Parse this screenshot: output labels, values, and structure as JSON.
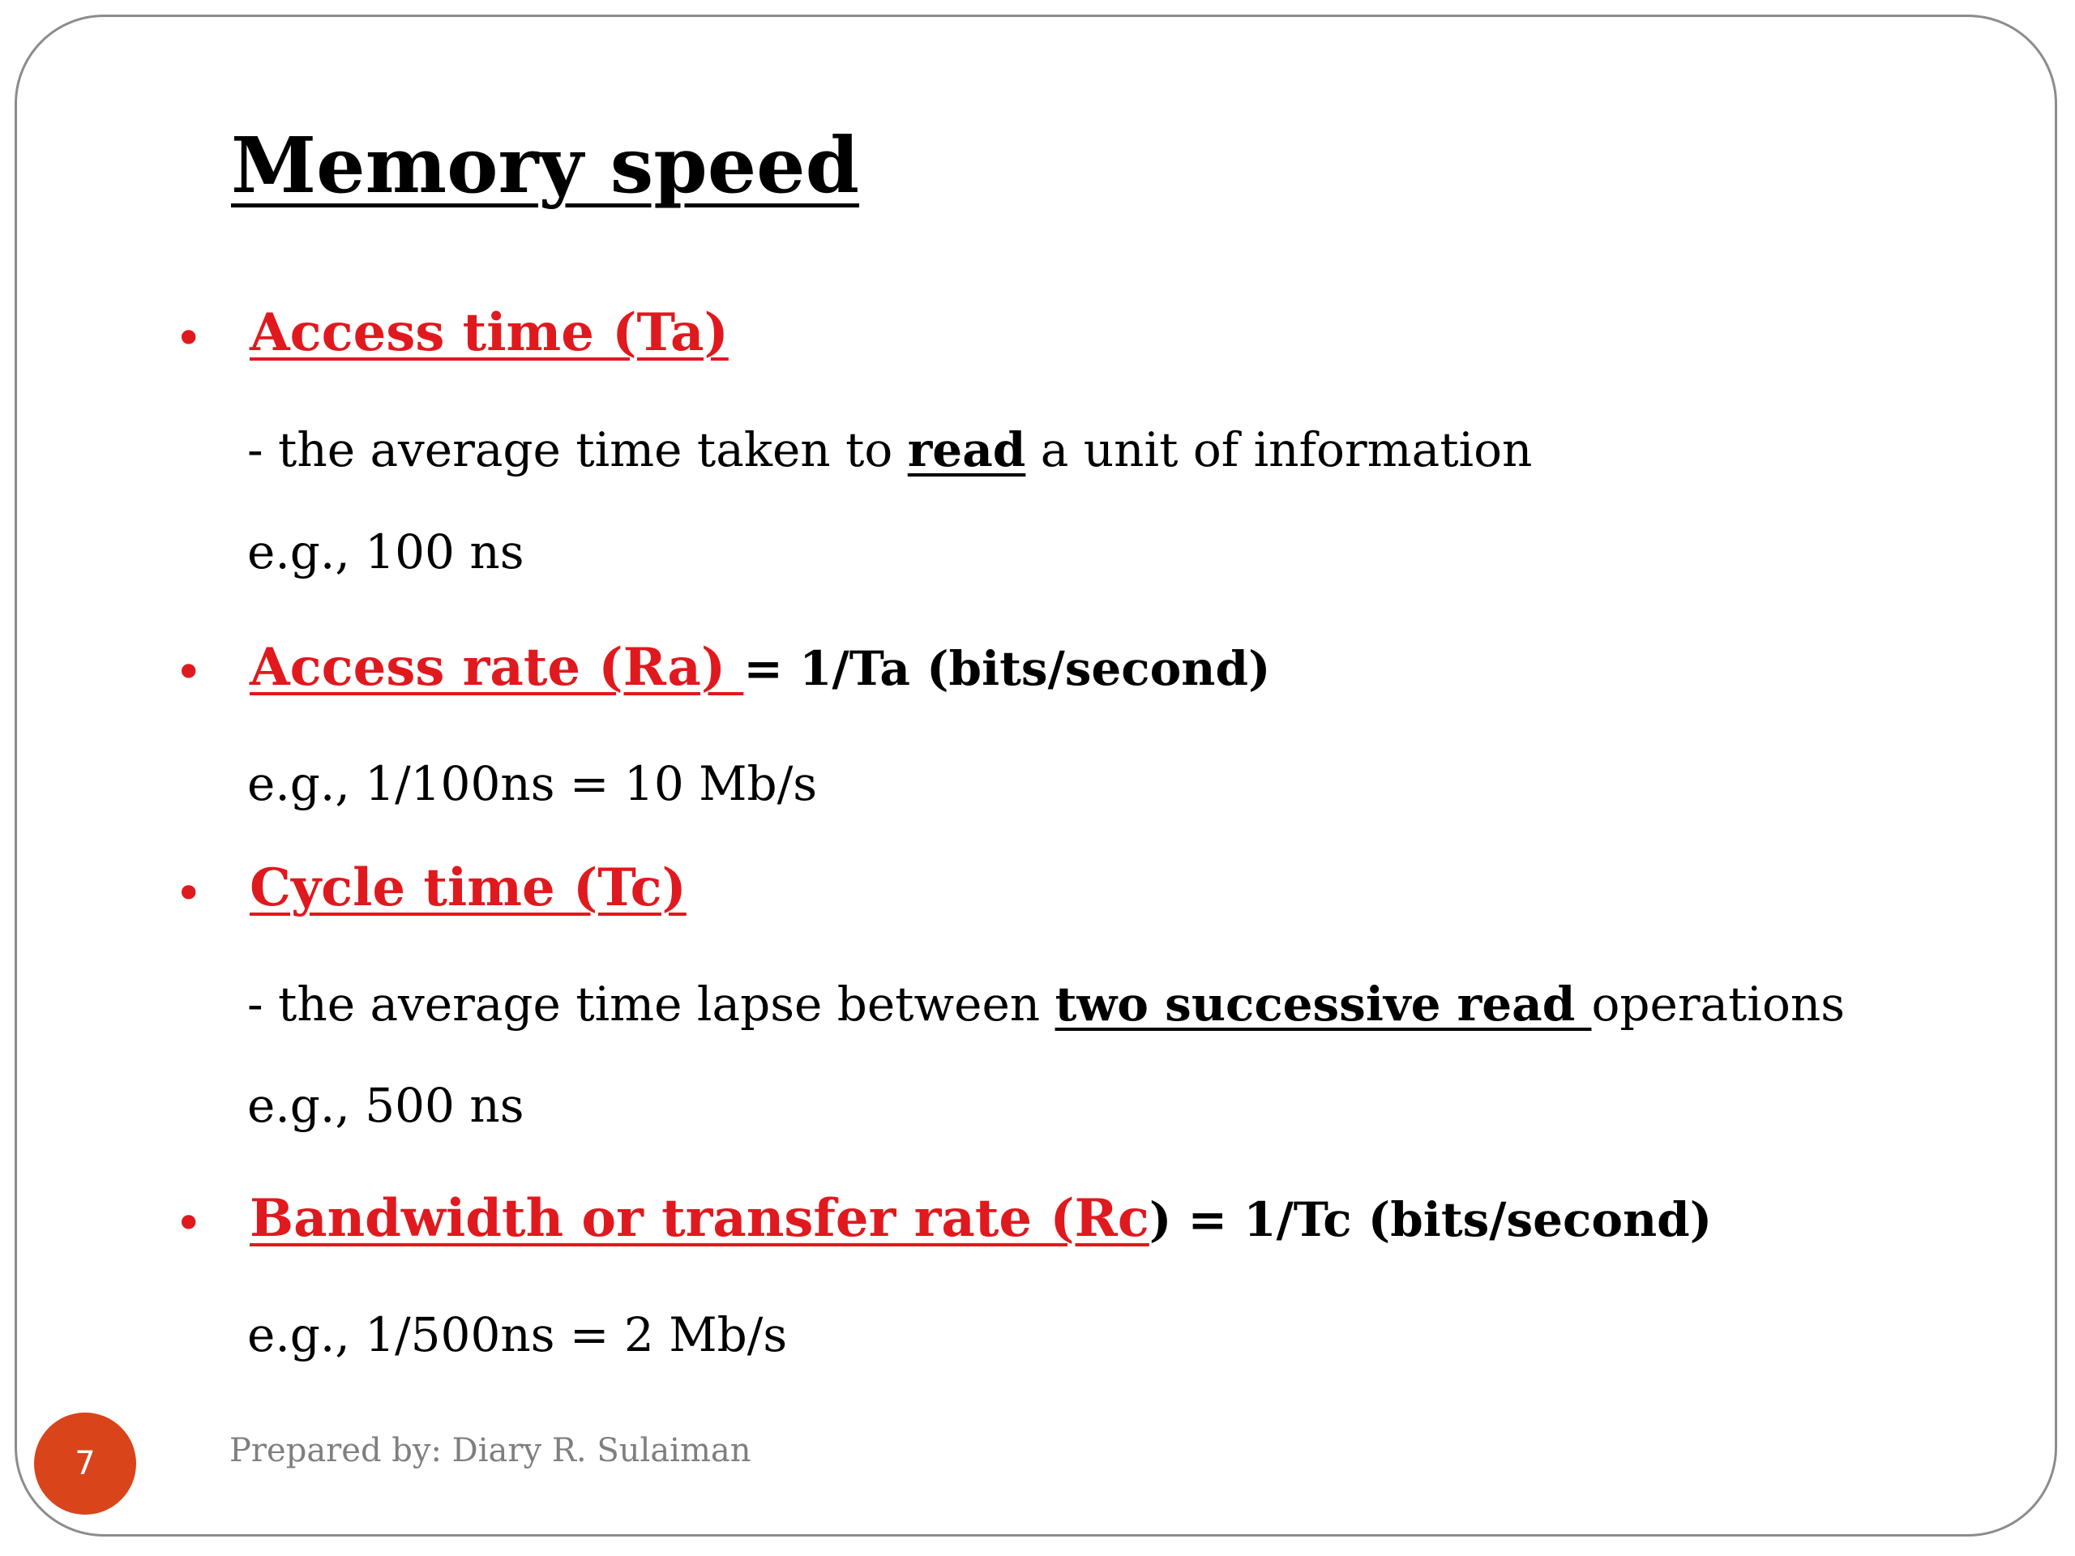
{
  "slide": {
    "title": "Memory speed",
    "page_number": "7",
    "footer": "Prepared by: Diary R. Sulaiman",
    "accent_color": "#e0191e",
    "badge_color": "#d9441b"
  },
  "sections": {
    "access_time": {
      "term": "Access time (Ta)",
      "desc_before": "- the average time taken to ",
      "desc_emph": "read",
      "desc_after": " a unit of information",
      "example": "e.g., 100 ns"
    },
    "access_rate": {
      "term": "Access rate (Ra) ",
      "formula": "= 1/Ta  (bits/second)",
      "example": "e.g., 1/100ns = 10 Mb/s"
    },
    "cycle_time": {
      "term": "Cycle time (Tc)",
      "desc_before": "- the average time lapse between ",
      "desc_emph": "two successive read ",
      "desc_after": "operations",
      "example": "e.g., 500 ns"
    },
    "bandwidth": {
      "term": "Bandwidth or transfer rate (Rc",
      "formula": ") = 1/Tc (bits/second)",
      "example": "e.g., 1/500ns = 2 Mb/s"
    }
  }
}
